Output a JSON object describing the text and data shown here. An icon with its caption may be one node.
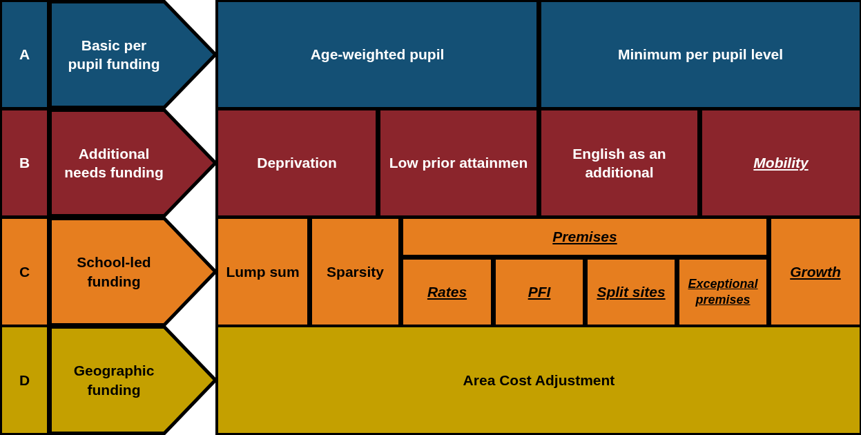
{
  "diagram": {
    "nodes": [
      {
        "text": [
          "A"
        ]
      },
      {
        "text": [
          "Basic per pupil funding"
        ]
      },
      {
        "text": [
          "Age-weighted pupil"
        ]
      },
      {
        "text": [
          "Minimum per pupil level"
        ]
      },
      {
        "text": [
          "B"
        ]
      },
      {
        "text": [
          "Additional needs funding"
        ]
      },
      {
        "text": [
          "Deprivation"
        ]
      },
      {
        "text": [
          "Low prior attainmen"
        ]
      },
      {
        "text": [
          "English as an additional"
        ]
      },
      {
        "text": [
          "Mobility"
        ]
      },
      {
        "text": [
          "C"
        ]
      },
      {
        "text": [
          "School-led funding"
        ]
      },
      {
        "text": [
          "Lump sum"
        ]
      },
      {
        "text": [
          "Sparsity"
        ]
      },
      {
        "text": [
          "Premises"
        ]
      },
      {
        "text": [
          "Growth"
        ]
      },
      {
        "text": [
          "Rates"
        ]
      },
      {
        "text": [
          "PFI"
        ]
      },
      {
        "text": [
          "Split sites"
        ]
      },
      {
        "text": [
          "Exceptional premises"
        ]
      },
      {
        "text": [
          "D"
        ]
      },
      {
        "text": [
          "Geographic funding"
        ]
      },
      {
        "text": [
          "Area Cost Adjustment"
        ]
      }
    ],
    "edges": []
  }
}
